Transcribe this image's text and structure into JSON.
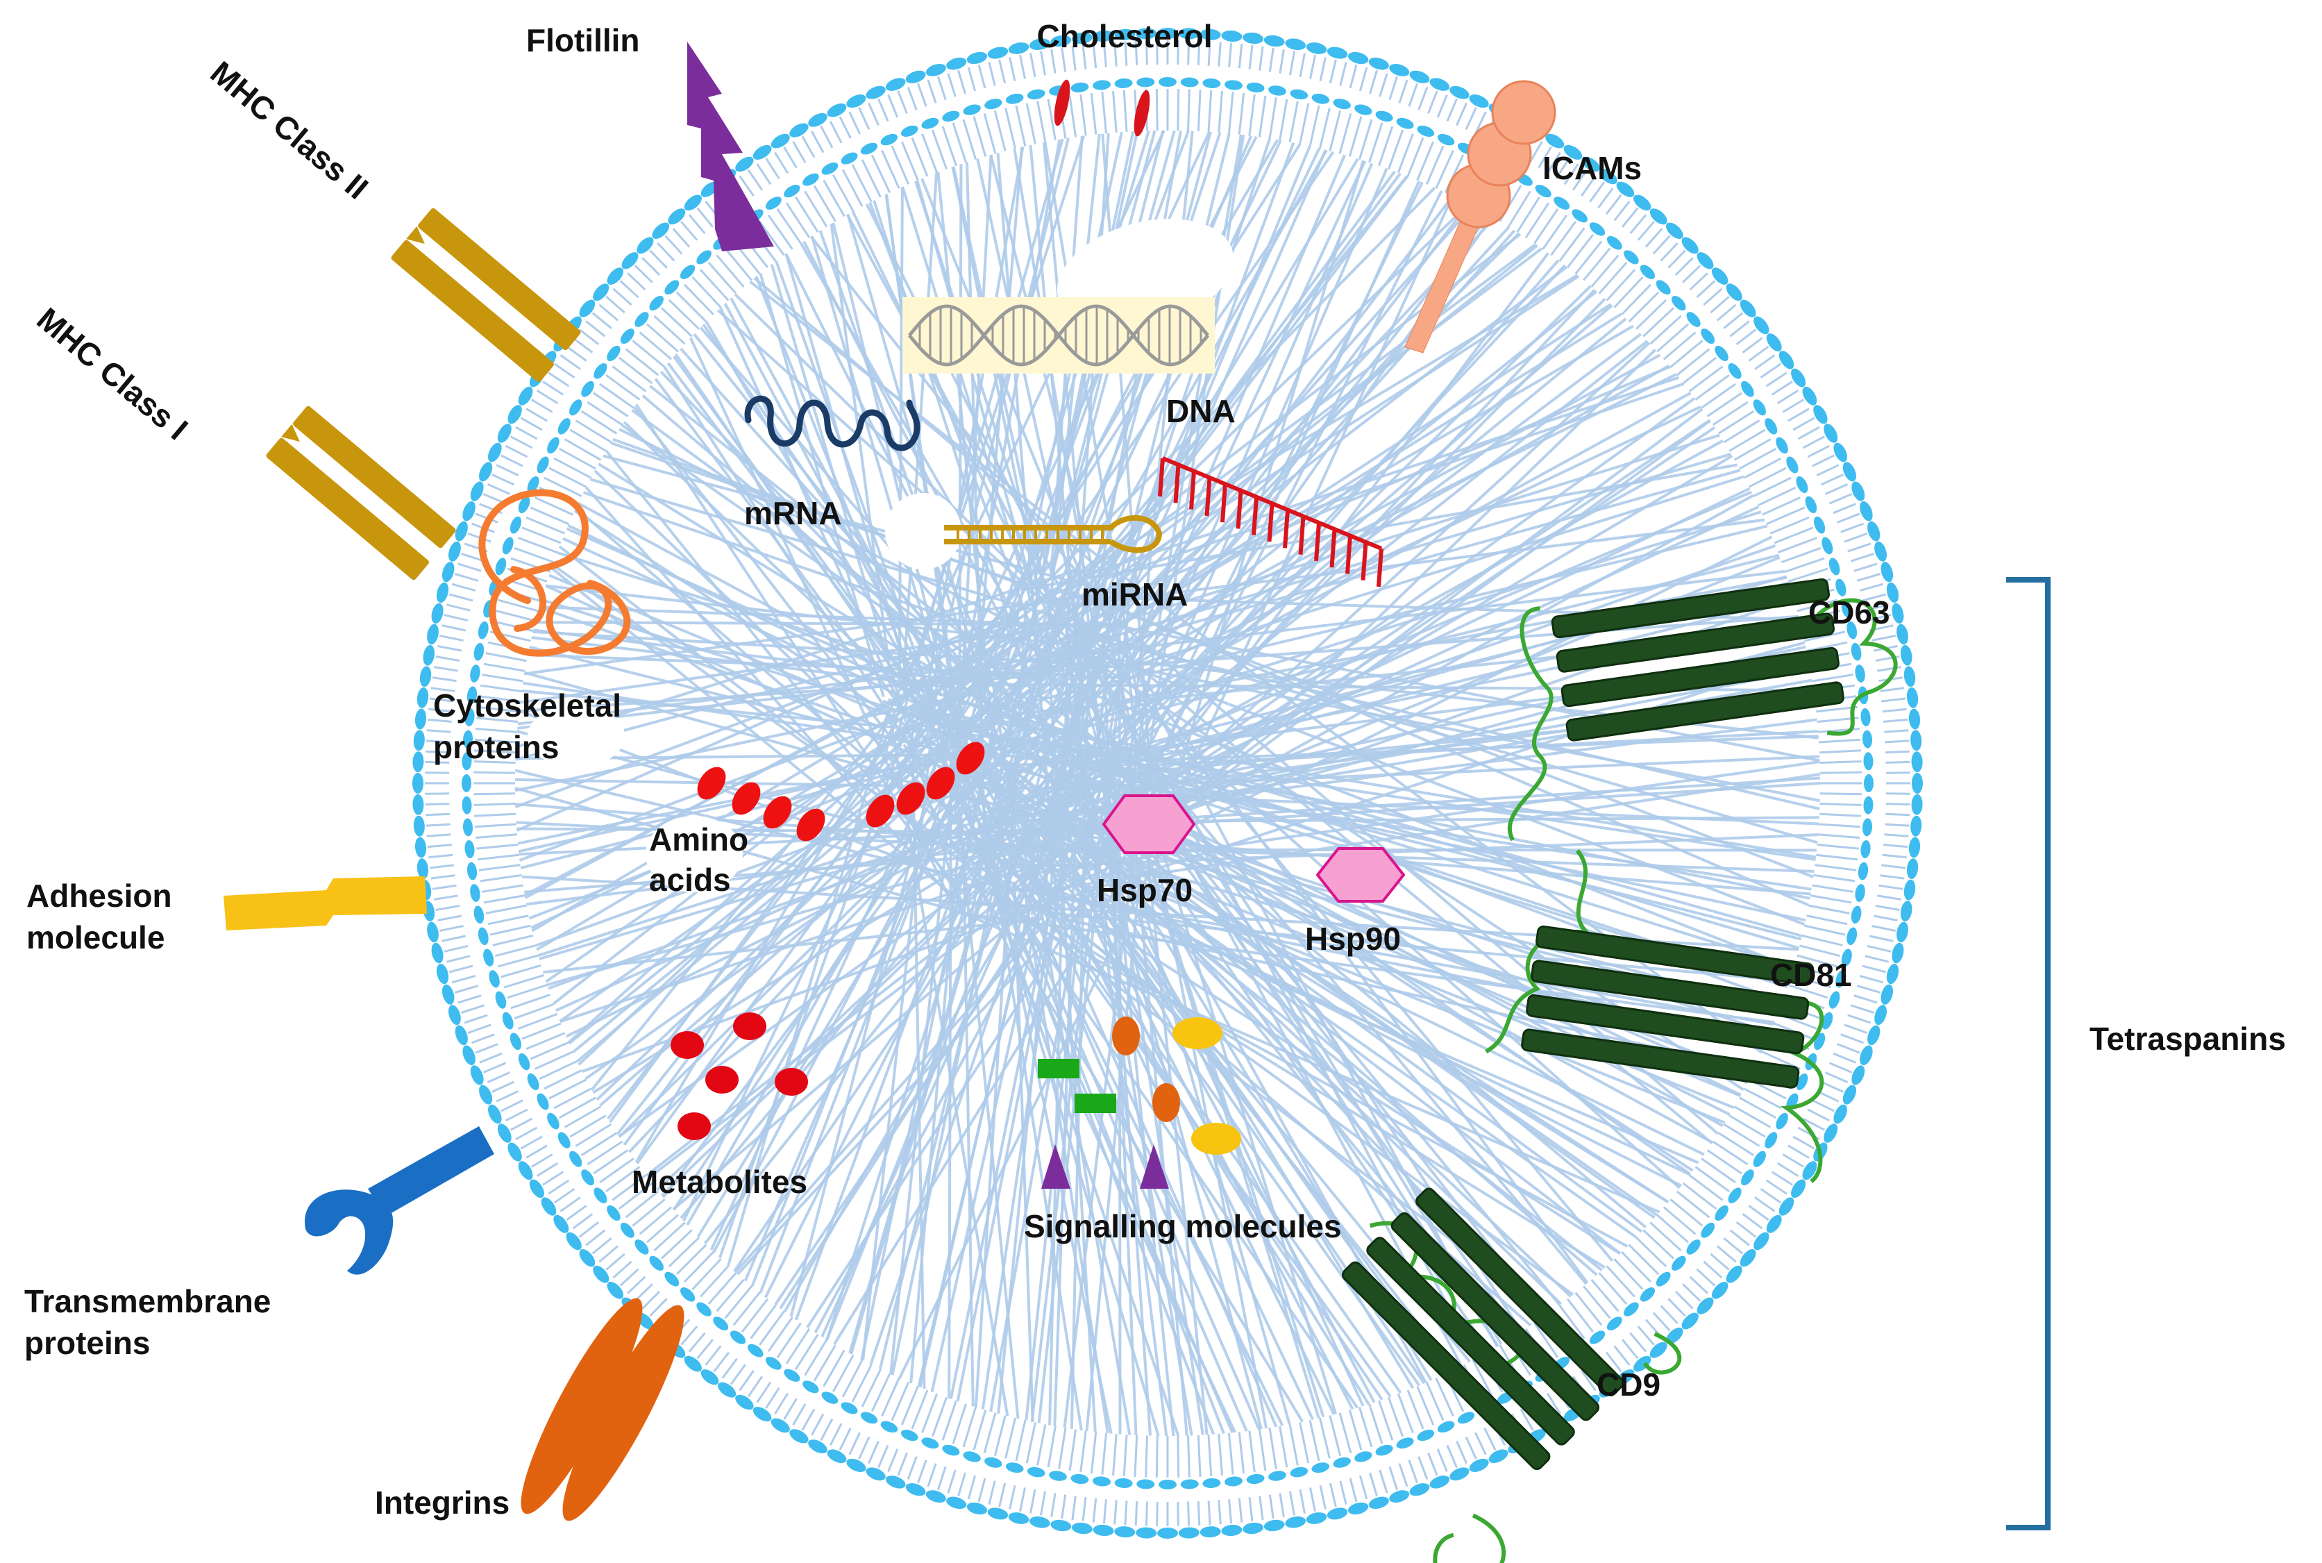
{
  "diagram": {
    "colors": {
      "membrane_head": "#3fbcef",
      "lipid_tail": "#aecbea",
      "tetraspanin": "#1f4d1f",
      "tetraspanin_loop": "#3aa832",
      "mhc": "#c8960c",
      "flotillin": "#7b2d9c",
      "cholesterol": "#d9141c",
      "icam": "#f7a784",
      "dna": "#fff7d2",
      "mrna": "#1a3b66",
      "mirna": "#c8960c",
      "dna_red": "#d9141c",
      "cytoskeletal": "#f47b30",
      "amino": "#ee1111",
      "hsp": "#f7a1d3",
      "hsp_stroke": "#d9148c",
      "metabolite": "#e30613",
      "signal_green": "#18a818",
      "signal_orange": "#e2630f",
      "signal_yellow": "#f9c40f",
      "signal_purple": "#7b2d9c",
      "adhesion": "#f7c116",
      "transmembrane": "#1a6fc4",
      "integrin": "#e2630f",
      "bracket": "#256fa0"
    },
    "labels": {
      "flotillin": "Flotillin",
      "cholesterol": "Cholesterol",
      "mhc2": "MHC Class II",
      "mhc1": "MHC Class I",
      "icams": "ICAMs",
      "dna": "DNA",
      "mrna": "mRNA",
      "mirna": "miRNA",
      "cytoskeletal_1": "Cytoskeletal",
      "cytoskeletal_2": "proteins",
      "amino_1": "Amino",
      "amino_2": "acids",
      "hsp70": "Hsp70",
      "hsp90": "Hsp90",
      "adhesion_1": "Adhesion",
      "adhesion_2": "molecule",
      "metabolites": "Metabolites",
      "signalling": "Signalling molecules",
      "transmembrane_1": "Transmembrane",
      "transmembrane_2": "proteins",
      "integrins": "Integrins",
      "cd63": "CD63",
      "cd81": "CD81",
      "cd9": "CD9",
      "tetraspanins": "Tetraspanins"
    }
  }
}
